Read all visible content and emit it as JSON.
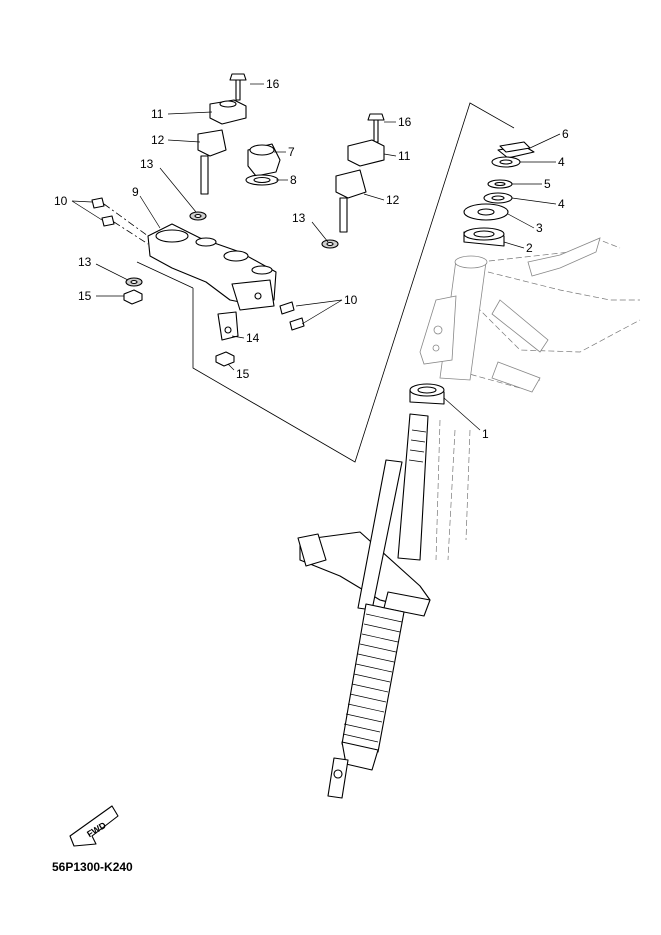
{
  "diagram_code": "56P1300-K240",
  "fwd_label": "FWD",
  "callouts": [
    "16",
    "11",
    "12",
    "13",
    "9",
    "10",
    "7",
    "8",
    "16",
    "11",
    "12",
    "13",
    "13",
    "15",
    "10",
    "14",
    "15",
    "6",
    "4",
    "5",
    "4",
    "3",
    "2",
    "1"
  ]
}
